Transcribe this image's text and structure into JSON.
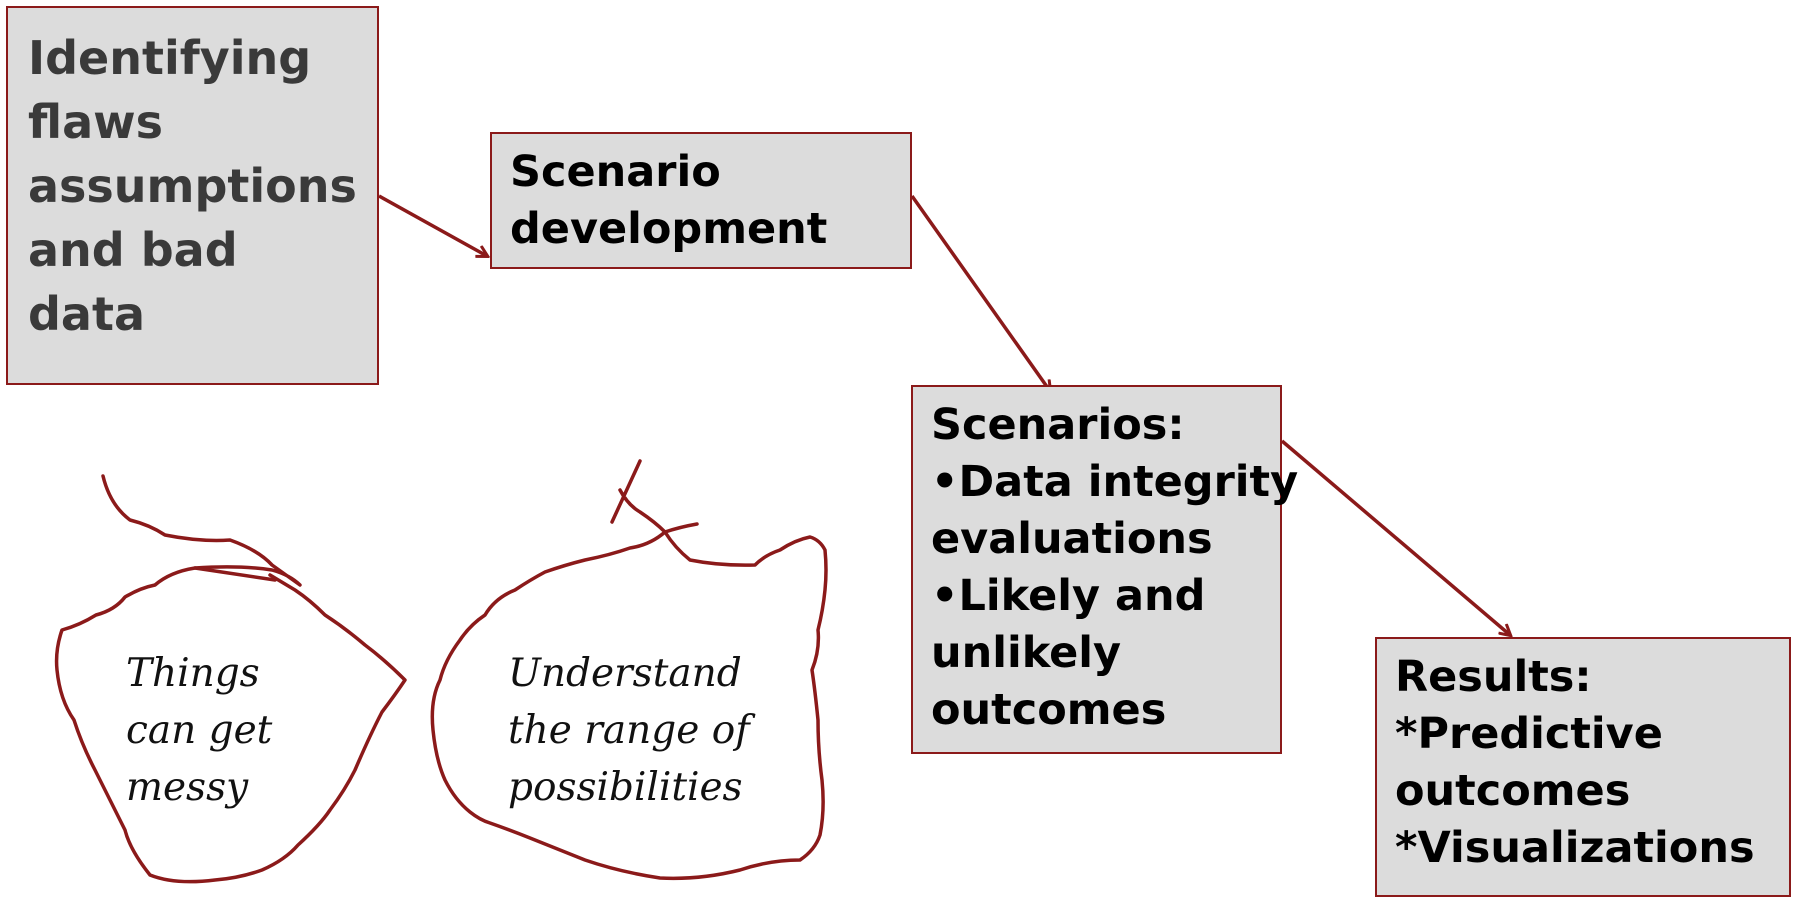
{
  "boxes": {
    "identifying": [
      "Identifying",
      "flaws",
      "assumptions",
      "and bad",
      "data"
    ],
    "scenario_development": [
      "Scenario",
      "development"
    ],
    "scenarios": [
      "Scenarios:",
      "•Data integrity",
      "evaluations",
      "•Likely and",
      "unlikely",
      "outcomes"
    ],
    "results": [
      "Results:",
      "*Predictive",
      "outcomes",
      "*Visualizations"
    ]
  },
  "notes": {
    "messy": [
      "Things",
      "can get",
      "messy"
    ],
    "range": [
      "Understand",
      "the range of",
      "possibilities"
    ]
  },
  "colors": {
    "box_fill": "#dcdcdc",
    "accent": "#8b1a1a"
  }
}
